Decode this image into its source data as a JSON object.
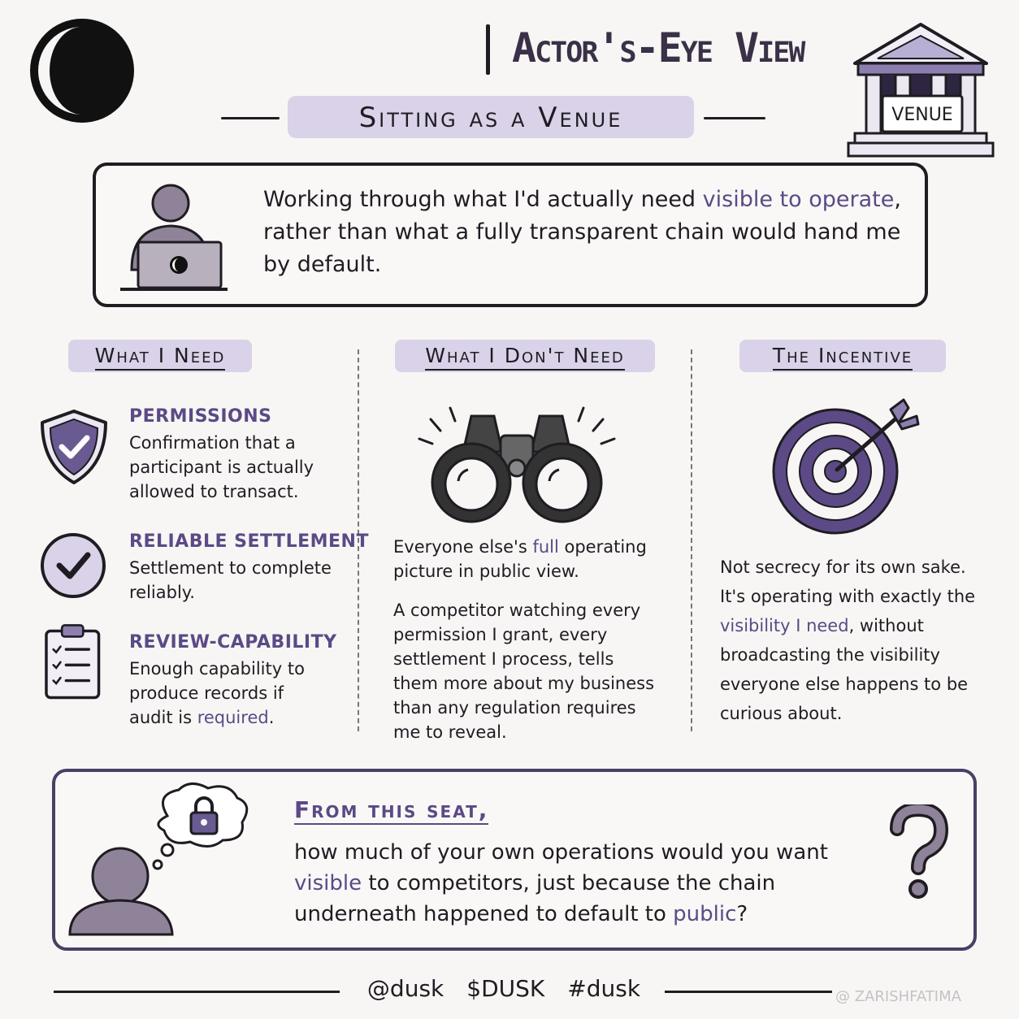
{
  "header": {
    "title": "Actor's-Eye View",
    "subtitle": "Sitting as a Venue",
    "venue_sign": "VENUE"
  },
  "intro": {
    "text_before": "Working through what I'd actually need ",
    "highlight": "visible to operate",
    "text_after": ", rather than what a fully transparent chain would hand me by default."
  },
  "columns": {
    "need": {
      "heading": "What I Need",
      "items": [
        {
          "title": "PERMISSIONS",
          "desc": "Confirmation that a participant is actually allowed to transact."
        },
        {
          "title": "RELIABLE SETTLEMENT",
          "desc": "Settlement to complete reliably."
        },
        {
          "title": "REVIEW-CAPABILITY",
          "desc_before": "Enough capability to produce records if audit is ",
          "desc_highlight": "required",
          "desc_after": "."
        }
      ]
    },
    "dont_need": {
      "heading": "What I Don't Need",
      "p1_before": "Everyone else's ",
      "p1_highlight": "full",
      "p1_after": " operating picture in public view.",
      "p2": "A competitor watching every permission I grant, every settlement I process, tells them more about my business than any regulation requires me to reveal."
    },
    "incentive": {
      "heading": "The Incentive",
      "text_before": "Not secrecy for its own sake. It's operating with exactly the ",
      "text_highlight": "visibility I need",
      "text_after": ", without broadcasting the visibility everyone else happens to be curious about."
    }
  },
  "question": {
    "title": "From this seat,",
    "text_before": "how much of your own operations would you want ",
    "highlight1": "visible",
    "text_middle": " to competitors, just because the chain underneath happened to default to ",
    "highlight2": "public",
    "text_after": "?"
  },
  "footer": {
    "tags": [
      "@dusk",
      "$DUSK",
      "#dusk"
    ],
    "watermark": "@ ZARISHFATIMA"
  },
  "colors": {
    "accent": "#5b4a86",
    "highlight": "#d9d2e8",
    "ink": "#1f1c22"
  }
}
